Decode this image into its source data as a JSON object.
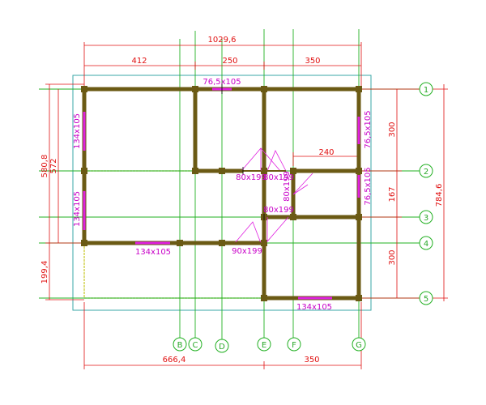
{
  "colors": {
    "background": "#ffffff",
    "wall": "#6b5a14",
    "axis": "#22b022",
    "dimension": "#e01010",
    "opening": "#e020e0",
    "outline": "#3aa7a7",
    "terrace": "#c8c828"
  },
  "axes": {
    "rows": [
      "1",
      "2",
      "3",
      "4",
      "5"
    ],
    "columns": [
      "B",
      "C",
      "D",
      "E",
      "F",
      "G"
    ]
  },
  "dimensions": {
    "top_total": "1029,6",
    "top_segments": [
      "412",
      "250",
      "350"
    ],
    "left_outer": "580,8",
    "left_inner": "572",
    "left_lower": "199,4",
    "right_total": "784,6",
    "right_segments": [
      "300",
      "167",
      "300"
    ],
    "room_width": "240",
    "bottom_left": "666,4",
    "bottom_right": "350"
  },
  "openings": {
    "top_window": "76,5x105",
    "left_window_upper": "134x105",
    "left_window_lower": "134x105",
    "right_window_upper": "76,5x105",
    "right_window_lower": "76,5x105",
    "bottom_window_middle": "134x105",
    "bottom_window_right": "134x105",
    "door_d1": "80x199",
    "door_d2": "80x199",
    "door_d3": "80x199",
    "door_d4": "80x199",
    "door_d5": "90x199"
  }
}
